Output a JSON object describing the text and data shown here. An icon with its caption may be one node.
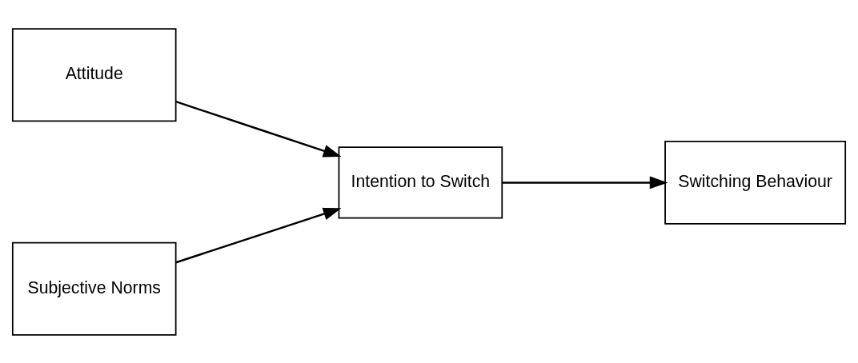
{
  "diagram": {
    "nodes": [
      {
        "text": [
          "Attitude"
        ]
      },
      {
        "text": [
          "Subjective Norms"
        ]
      },
      {
        "text": [
          "Intention to Switch"
        ]
      },
      {
        "text": [
          "Switching Behaviour"
        ]
      }
    ],
    "edges": [
      {
        "from": 0,
        "to": 2,
        "arrow": "to"
      },
      {
        "from": 1,
        "to": 2,
        "arrow": "to"
      },
      {
        "from": 2,
        "to": 3,
        "arrow": "to"
      }
    ]
  }
}
